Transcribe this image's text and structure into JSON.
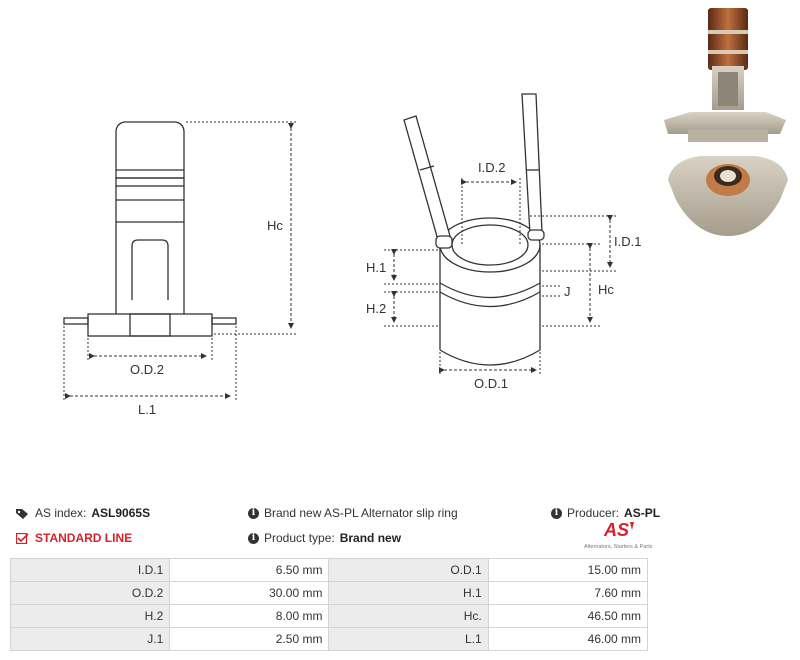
{
  "labels": {
    "hc_left": "Hc",
    "od2": "O.D.2",
    "l1": "L.1",
    "id2": "I.D.2",
    "id1": "I.D.1",
    "h1": "H.1",
    "h2": "H.2",
    "j": "J",
    "hc_right": "Hc",
    "od1": "O.D.1"
  },
  "info": {
    "as_index_label": "AS index:",
    "as_index_value": "ASL9065S",
    "line": "STANDARD LINE",
    "description": "Brand new AS-PL Alternator slip ring",
    "product_type_label": "Product type:",
    "product_type_value": "Brand new",
    "producer_label": "Producer:",
    "producer_value": "AS-PL"
  },
  "logo": {
    "mark": "AS",
    "tagline": "Alternators, Starters & Parts",
    "color": "#d6212d"
  },
  "specs": [
    {
      "l1": "I.D.1",
      "v1": "6.50 mm",
      "l2": "O.D.1",
      "v2": "15.00 mm"
    },
    {
      "l1": "O.D.2",
      "v1": "30.00 mm",
      "l2": "H.1",
      "v2": "7.60 mm"
    },
    {
      "l1": "H.2",
      "v1": "8.00 mm",
      "l2": "Hc.",
      "v2": "46.50 mm"
    },
    {
      "l1": "J.1",
      "v1": "2.50 mm",
      "l2": "L.1",
      "v2": "46.00 mm"
    }
  ]
}
